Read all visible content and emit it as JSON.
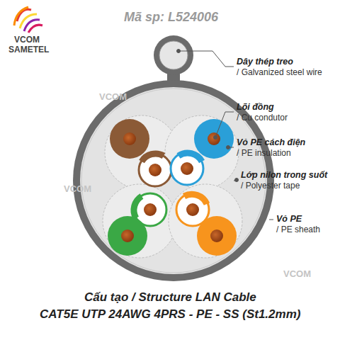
{
  "diagram": {
    "title": "Mã sp: L524006",
    "labels": [
      "VCOM",
      "SAMETEL",
      "Dây thép treo",
      "/ Galvanized steel wire",
      "Lõi đồng",
      "/ Cu condutor",
      "Vỏ PE cách điện",
      "/ PE insulation",
      "Lớp nilon trong suốt",
      "/ Polyester tape",
      "Vỏ PE",
      "/ PE sheath",
      "Cấu tạo / Structure LAN Cable",
      "CAT5E UTP 24AWG 4PRS - PE - SS (St1.2mm)",
      "VCOM",
      "VCOM",
      "VCOM"
    ]
  }
}
